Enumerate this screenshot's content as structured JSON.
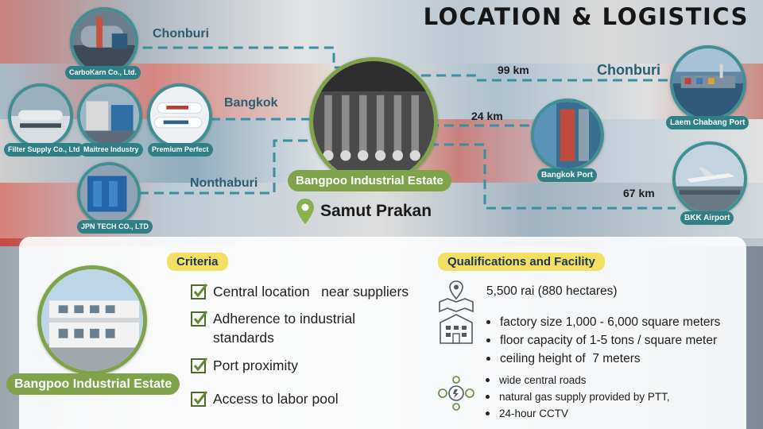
{
  "title": "LOCATION & LOGISTICS",
  "center": {
    "name": "Bangpoo Industrial Estate",
    "province": "Samut Prakan",
    "icon": "map-pin-icon"
  },
  "suppliers": [
    {
      "name": "CarboKarn Co., Ltd."
    },
    {
      "name": "Filter Supply Co., Ltd"
    },
    {
      "name": "Maitree Industry"
    },
    {
      "name": "Premium Perfect"
    },
    {
      "name": "JPN TECH CO., LTD"
    }
  ],
  "supplier_routes": {
    "chonburi": "Chonburi",
    "bangkok": "Bangkok",
    "nonthaburi": "Nonthaburi"
  },
  "destinations": [
    {
      "name": "Laem Chabang Port",
      "region": "Chonburi",
      "distance": "99 km"
    },
    {
      "name": "Bangkok Port",
      "distance": "24 km"
    },
    {
      "name": "BKK Airport",
      "distance": "67 km"
    }
  ],
  "criteria": {
    "heading": "Criteria",
    "items": [
      "Central location   near suppliers",
      "Adherence to industrial standards",
      "Port proximity",
      "Access to labor pool"
    ]
  },
  "qualifications": {
    "heading": "Qualifications and Facility",
    "area": "5,500 rai (880 hectares)",
    "factory": [
      "factory size 1,000 - 6,000 square meters",
      "floor capacity of 1-5 tons / square meter",
      "ceiling height of  7 meters"
    ],
    "infrastructure": [
      "wide central roads",
      "natural gas supply provided by PTT,",
      "24-hour CCTV"
    ]
  },
  "estate_photo_label": "Bangpoo Industrial Estate",
  "colors": {
    "teal": "#2f7f86",
    "green": "#7fa34a",
    "badge": "#f3df63",
    "route": "#3a8fa3"
  }
}
